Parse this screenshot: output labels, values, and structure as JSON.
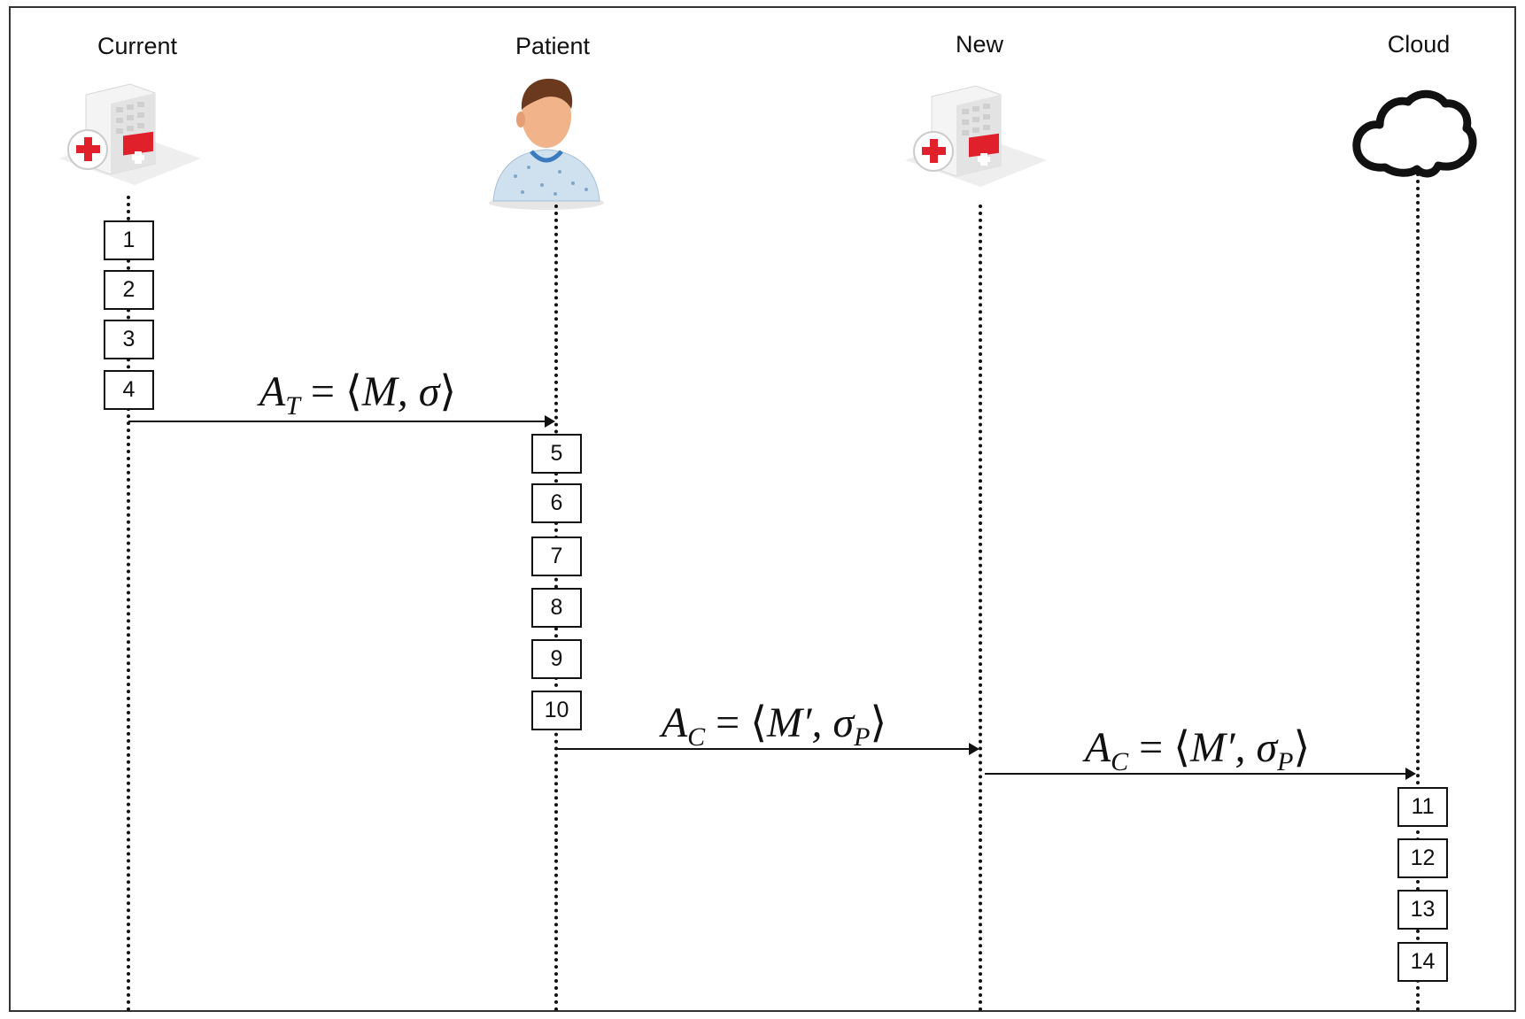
{
  "actors": {
    "current": "Current",
    "patient": "Patient",
    "new": "New",
    "cloud": "Cloud"
  },
  "steps": [
    "1",
    "2",
    "3",
    "4",
    "5",
    "6",
    "7",
    "8",
    "9",
    "10",
    "11",
    "12",
    "13",
    "14"
  ],
  "messages": {
    "m1": {
      "base": "A",
      "sub": "T",
      "eq": " = ",
      "lbr": "⟨",
      "body": "M, σ",
      "rbr": "⟩"
    },
    "m2": {
      "base": "A",
      "sub": "C",
      "eq": " = ",
      "lbr": "⟨",
      "body": "M′, σ",
      "sub2": "P",
      "rbr": "⟩"
    },
    "m3": {
      "base": "A",
      "sub": "C",
      "eq": " = ",
      "lbr": "⟨",
      "body": "M′, σ",
      "sub2": "P",
      "rbr": "⟩"
    }
  },
  "icons": {
    "current": "hospital-icon",
    "patient": "patient-icon",
    "new": "hospital-icon",
    "cloud": "cloud-icon"
  },
  "colors": {
    "hospital_cross": "#e0212b",
    "skin": "#f0b38a",
    "hair": "#6b3a1e",
    "gown": "#cfe0ef"
  }
}
